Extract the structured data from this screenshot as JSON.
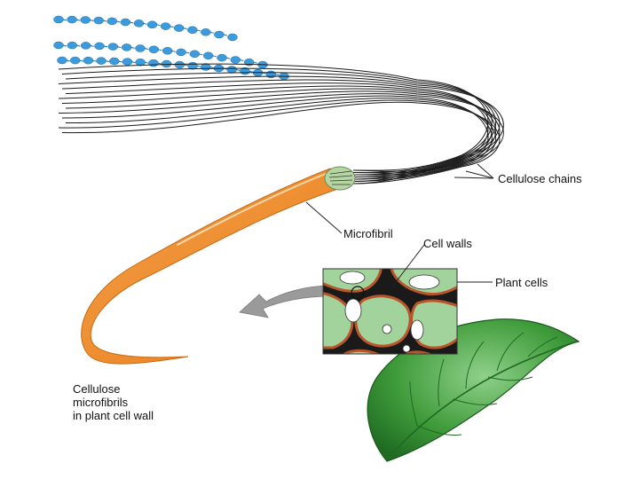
{
  "labels": {
    "cellulose_chains": "Cellulose chains",
    "microfibril": "Microfibril",
    "cell_walls": "Cell walls",
    "plant_cells": "Plant cells"
  },
  "caption": {
    "line1": "Cellulose",
    "line2": "microfibrils",
    "line3": "in plant cell wall"
  },
  "colors": {
    "glucose_unit": "#3d9bdc",
    "microfibril": "#f08a24",
    "microfibril_highlight": "#ffd7a8",
    "fibril_tip": "#b5d6a3",
    "cell_fill": "#a3d39c",
    "cell_wall": "#b8552b",
    "middle_lamella": "#1a1a1a",
    "leaf": "#3f9b3a",
    "leaf_dark": "#1f6b22",
    "arrow": "#9a9a9a"
  }
}
